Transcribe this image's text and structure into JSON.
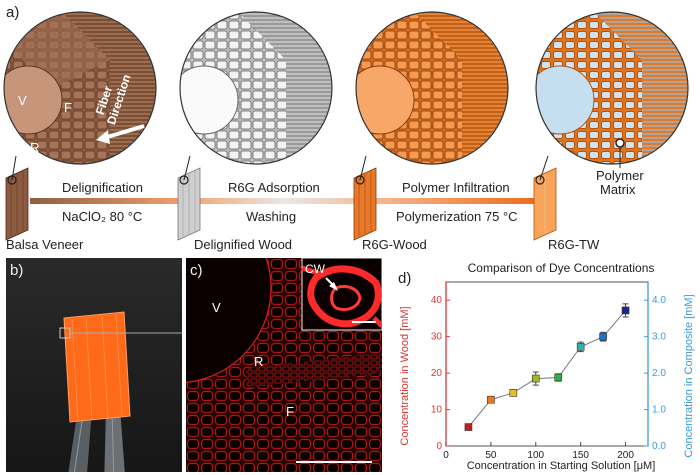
{
  "panel_a": {
    "letter": "a)",
    "circle1_labels": {
      "vessel": "V",
      "fiber": "F",
      "ray": "R",
      "fiber_dir_1": "Fiber",
      "fiber_dir_2": "Direction"
    },
    "steps": [
      {
        "top": "Delignification",
        "bottom": "NaClO₂  80 °C"
      },
      {
        "top": "R6G Adsorption",
        "bottom": "Washing"
      },
      {
        "top": "Polymer Infiltration",
        "bottom": "Polymerization 75 °C"
      }
    ],
    "samples": [
      "Balsa Veneer",
      "Delignified Wood",
      "R6G-Wood",
      "R6G-TW"
    ],
    "callout_1": "Polymer",
    "callout_2": "Matrix",
    "colors": {
      "natural": "#9b6a4f",
      "delignified": "#d8d8d8",
      "dyed": "#f08a3c",
      "polymer": "#bcd8ec"
    }
  },
  "panel_b": {
    "letter": "b)"
  },
  "panel_c": {
    "letter": "c)",
    "labels": {
      "vessel": "V",
      "ray": "R",
      "fiber": "F",
      "cell_wall": "CW"
    }
  },
  "panel_d": {
    "letter": "d)"
  },
  "chart_data": {
    "type": "scatter",
    "title": "Comparison of Dye Concentrations",
    "xlabel": "Concentration in Starting Solution [μM]",
    "ylabel_left": "Concentration in Wood [mM]",
    "ylabel_right": "Concentration in Composite [mM]",
    "xlim": [
      0,
      225
    ],
    "ylim_left": [
      0,
      45
    ],
    "ylim_right": [
      0,
      4.5
    ],
    "x_ticks": [
      "0",
      "50",
      "100",
      "150",
      "200"
    ],
    "y_ticks_left": [
      "0",
      "10",
      "20",
      "30",
      "40"
    ],
    "y_ticks_right": [
      "0.0",
      "1.0",
      "2.0",
      "3.0",
      "4.0"
    ],
    "grid": false,
    "left_axis_color": "#d93636",
    "right_axis_color": "#3a9bd9",
    "points": [
      {
        "x": 25,
        "y": 5.2,
        "err": 0.7,
        "color": "#c02020"
      },
      {
        "x": 50,
        "y": 12.7,
        "err": 0.9,
        "color": "#f07a1a"
      },
      {
        "x": 75,
        "y": 14.6,
        "err": 0.9,
        "color": "#e8c020"
      },
      {
        "x": 100,
        "y": 18.5,
        "err": 1.8,
        "color": "#a8b820"
      },
      {
        "x": 125,
        "y": 18.8,
        "err": 1.0,
        "color": "#30b040"
      },
      {
        "x": 150,
        "y": 27.2,
        "err": 1.3,
        "color": "#30b0b0"
      },
      {
        "x": 175,
        "y": 30.0,
        "err": 1.2,
        "color": "#2070d0"
      },
      {
        "x": 200,
        "y": 37.2,
        "err": 1.8,
        "color": "#202090"
      }
    ]
  }
}
